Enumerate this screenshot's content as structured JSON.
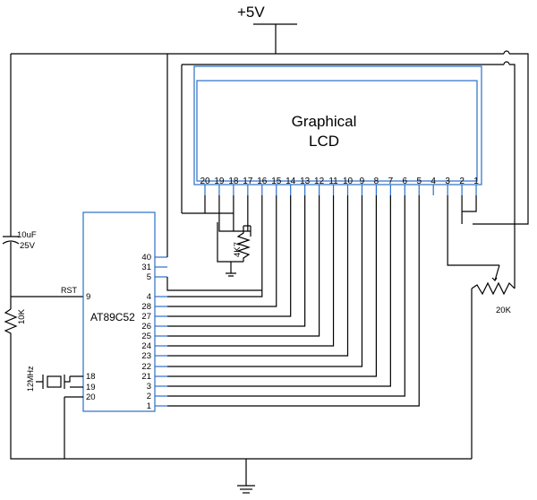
{
  "supply": {
    "label": "+5V"
  },
  "lcd": {
    "title": [
      "Graphical",
      "LCD"
    ],
    "pins": [
      "20",
      "19",
      "18",
      "17",
      "16",
      "15",
      "14",
      "13",
      "12",
      "11",
      "10",
      "9",
      "8",
      "7",
      "6",
      "5",
      "4",
      "3",
      "2",
      "1"
    ]
  },
  "mcu": {
    "name": "AT89C52",
    "left_pins": [
      "9",
      "18",
      "19",
      "20"
    ],
    "rst_label": "RST",
    "right_pins": [
      "40",
      "31",
      "5",
      "4",
      "28",
      "27",
      "26",
      "25",
      "24",
      "23",
      "22",
      "21",
      "3",
      "2",
      "1"
    ]
  },
  "capacitor": {
    "value": "10uF",
    "voltage": "25V"
  },
  "resistor_rst": {
    "value": "10K"
  },
  "crystal": {
    "value": "12MHz"
  },
  "resistor_4k7": {
    "value": "4K7"
  },
  "pot": {
    "value": "20K"
  }
}
